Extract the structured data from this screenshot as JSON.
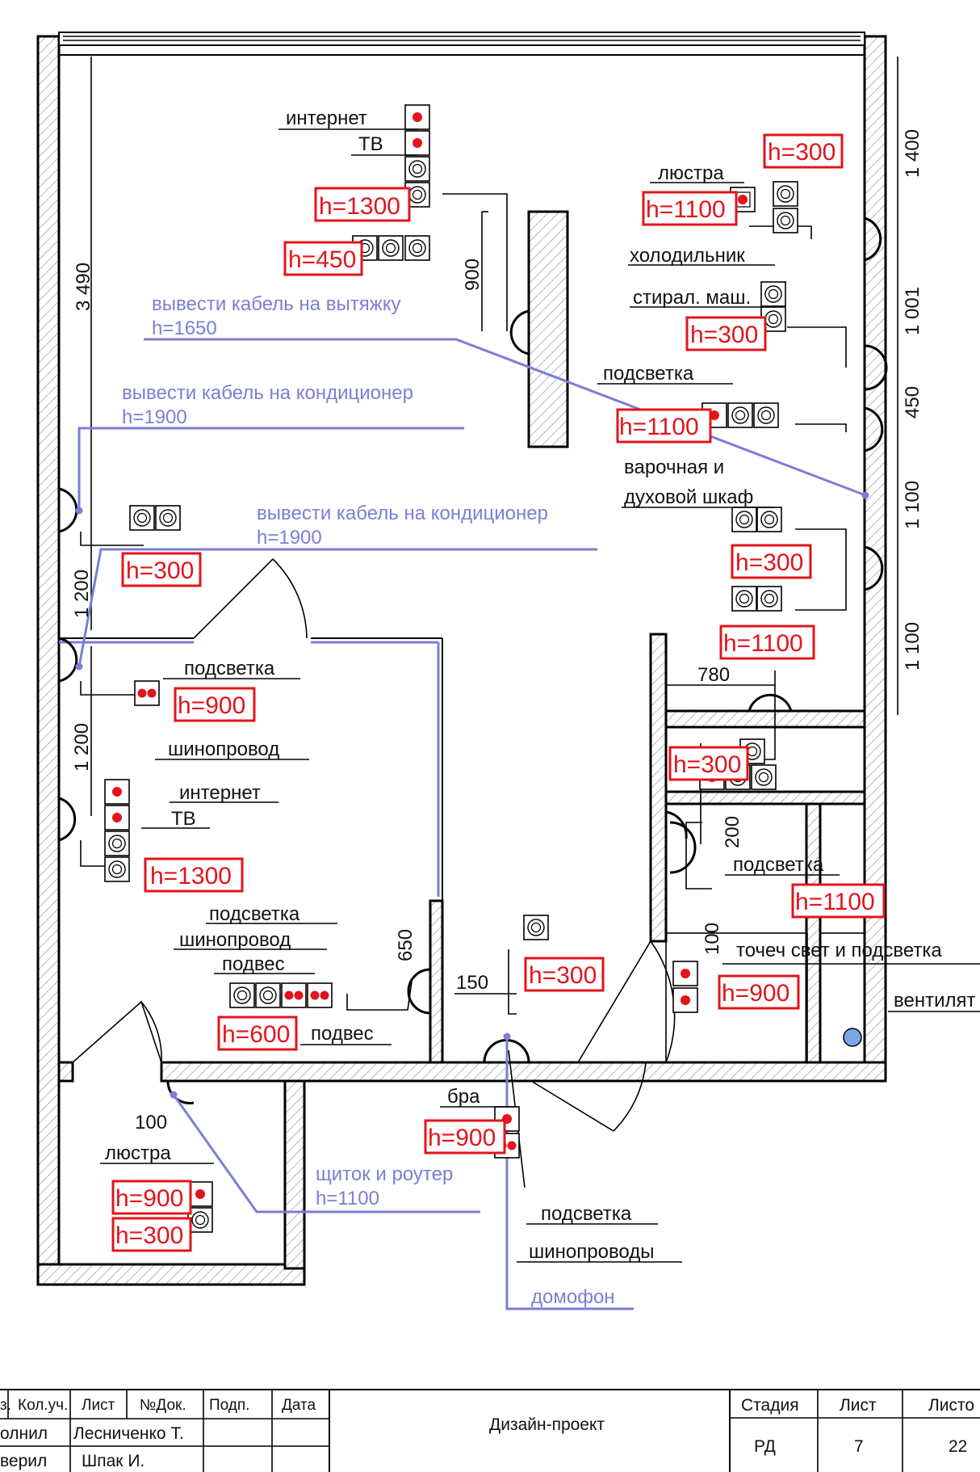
{
  "labels": {
    "internet_top": "интернет",
    "tv_top": "ТВ",
    "h1300_top": "h=1300",
    "h450": "h=450",
    "h300_tr": "h=300",
    "lustra_kitchen": "люстра",
    "h1100_lustra": "h=1100",
    "fridge": "холодильник",
    "washer": "стирал. маш.",
    "h300_washer": "h=300",
    "podsvetka_kitchen": "подсветка",
    "h1100_podsvetka": "h=1100",
    "cooktop_1": "варочная и",
    "cooktop_2": "духовой шкаф",
    "h300_cooktop": "h=300",
    "h1100_kitchen_low": "h=1100",
    "h300_left": "h=300",
    "podsvetka_left": "подсветка",
    "h900_left": "h=900",
    "shinoprovod_left": "шинопровод",
    "internet_left": "интернет",
    "tv_left": "ТВ",
    "h1300_left": "h=1300",
    "podsvetka_mid": "подсветка",
    "shinoprovod_mid": "шинопровод",
    "podves_1": "подвес",
    "h600": "h=600",
    "podves_2": "подвес",
    "h300_closet": "h=300",
    "h300_hall": "h=300",
    "podsvetka_bath": "подсветка",
    "h1100_bath": "h=1100",
    "tochech": "точеч свет и подсветка",
    "h900_bath": "h=900",
    "vent": "вентилят",
    "lustra_small": "люстра",
    "h900_small": "h=900",
    "h300_small": "h=300",
    "bra": "бра",
    "h900_bra": "h=900",
    "podsvetka_hall": "подсветка",
    "shinoprovody": "шинопроводы"
  },
  "notes": {
    "hood_1": "вывести кабель на вытяжку",
    "hood_2": "h=1650",
    "ac1_1": "вывести кабель на кондиционер",
    "ac1_2": "h=1900",
    "ac2_1": "вывести кабель на кондиционер",
    "ac2_2": "h=1900",
    "panel_1": "щиток и роутер",
    "panel_2": "h=1100",
    "intercom": "домофон"
  },
  "dimensions": {
    "d3490": "3 490",
    "d900": "900",
    "d1400": "1 400",
    "d1001": "1 001",
    "d450": "450",
    "d1100a": "1 100",
    "d1100b": "1 100",
    "d1200a": "1 200",
    "d1200b": "1 200",
    "d780": "780",
    "d200": "200",
    "d100a": "100",
    "d650": "650",
    "d150": "150",
    "d100b": "100"
  },
  "title_block": {
    "izm": "з.",
    "kol": "Кол.уч.",
    "list": "Лист",
    "ndok": "№Док.",
    "podp": "Подп.",
    "data": "Дата",
    "vypolnil": "олнил",
    "vypolnil_name": "Лесниченко Т.",
    "proveril": "верил",
    "proveril_name": "Шпак И.",
    "project": "Дизайн-проект",
    "stadia_h": "Стадия",
    "list_h": "Лист",
    "listov_h": "Листо",
    "stadia": "РД",
    "list_no": "7",
    "listov": "22"
  },
  "colors": {
    "annotation_red": "#e3141b",
    "note_blue": "#7b7ed6",
    "lines": "#000000"
  }
}
